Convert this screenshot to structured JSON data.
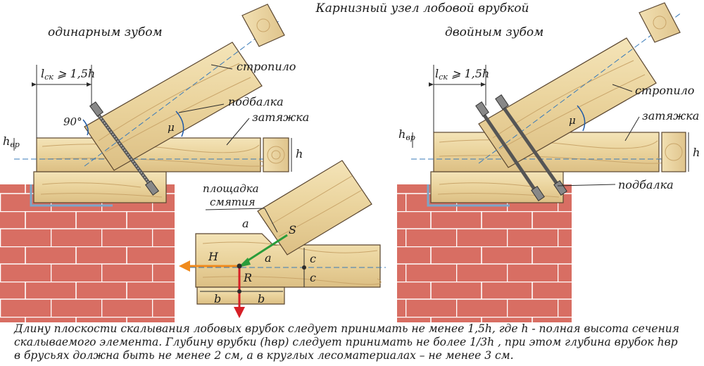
{
  "title": "Карнизный узел лобовой врубкой",
  "left": {
    "subtitle": "одинарным зубом",
    "length_label": "l",
    "length_sub": "ск",
    "length_rest": " ⩾ 1,5",
    "length_h": "h",
    "angle_90": "90°",
    "mu": "μ",
    "h_left": "h",
    "h_left_sub": "вр",
    "h_right": "h",
    "rafter": "стропило",
    "pad": "подбалка",
    "tie": "затяжка"
  },
  "right": {
    "subtitle": "двойным зубом",
    "length_label": "l",
    "length_sub": "ск",
    "length_rest": " ⩾ 1,5",
    "length_h": "h",
    "mu": "μ",
    "h_left": "h",
    "h_left_sub": "вр",
    "h_right": "h",
    "rafter": "стропило",
    "pad": "подбалка",
    "tie": "затяжка"
  },
  "detail": {
    "bearing_area_line1": "площадка",
    "bearing_area_line2": "смятия",
    "a1": "a",
    "a2": "a",
    "S": "S",
    "H": "H",
    "R": "R",
    "c1": "c",
    "c2": "c",
    "b1": "b",
    "b2": "b"
  },
  "caption": {
    "line1": "Длину плоскости скалывания лобовых врубок следует принимать не менее 1,5h, где h - полная высота сечения",
    "line2": "скалываемого элемента. Глубину врубки (hвр) следует принимать не более 1/3h , при этом глубина врубок hвр",
    "line3": "в брусьях должна быть не менее 2 см, а в круглых лесоматериалах  –  не менее 3 см."
  },
  "colors": {
    "wood": "#edd9a6",
    "wood_dark": "#c9a56a",
    "brick": "#d86e63",
    "mortar": "#ffffff",
    "arrow_H": "#f08a1c",
    "arrow_R": "#d61f26",
    "arrow_S": "#2a9c3a",
    "dim": "#2b2b2b"
  }
}
